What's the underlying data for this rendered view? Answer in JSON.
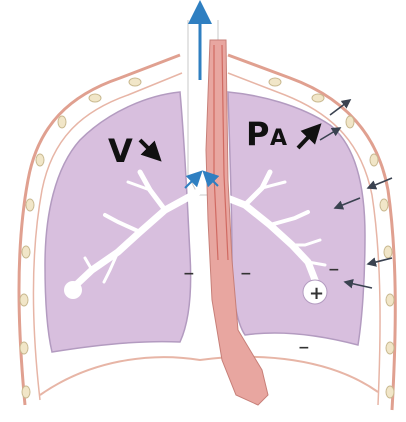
{
  "labels": {
    "volume_letter": "V",
    "pressure_letter": "P",
    "pressure_subscript": "A",
    "positive_sign": "+",
    "negative_sign": "−"
  },
  "arrows": {
    "volume_direction": "down-right",
    "pressure_direction": "up-right",
    "airflow_direction": "up"
  },
  "colors": {
    "lung_fill": "#d8bfde",
    "lung_outline": "#b39bc0",
    "pleura_line": "#e0a090",
    "airway_white": "#ffffff",
    "airflow_arrow": "#2f7fc1",
    "esophagus": "#e8a6a0",
    "aorta": "#d06a62",
    "rib_bead": "#f1e6c8",
    "force_arrow": "#3a4250"
  },
  "icons": [
    "volume-decrease-arrow-icon",
    "pressure-increase-arrow-icon",
    "airflow-up-arrow-icon",
    "force-arrow-icon"
  ]
}
